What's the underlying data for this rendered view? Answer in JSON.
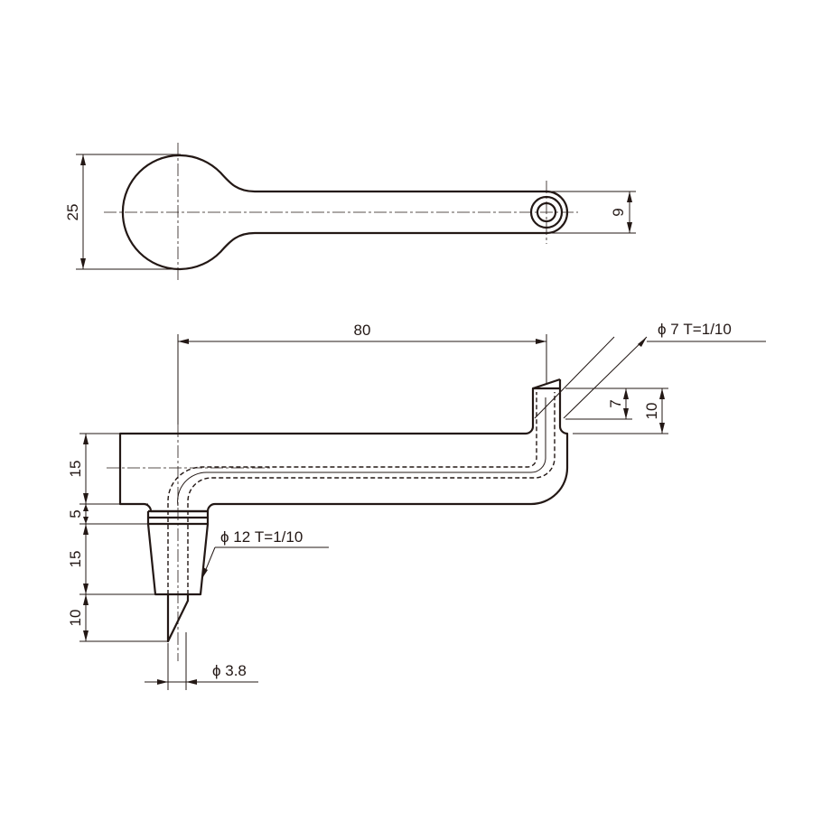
{
  "top_view": {
    "dim_head_width": "25",
    "dim_end_width": "9"
  },
  "front_view": {
    "dim_length": "80",
    "dim_taper_small": "ϕ 7 T=1/10",
    "dim_small_depth_7": "7",
    "dim_small_depth_10": "10",
    "dim_arm_height": "15",
    "dim_collar": "5",
    "dim_taper_length": "15",
    "dim_tip": "10",
    "dim_taper_large": "ϕ 12 T=1/10",
    "dim_tip_diameter": "ϕ 3.8"
  }
}
